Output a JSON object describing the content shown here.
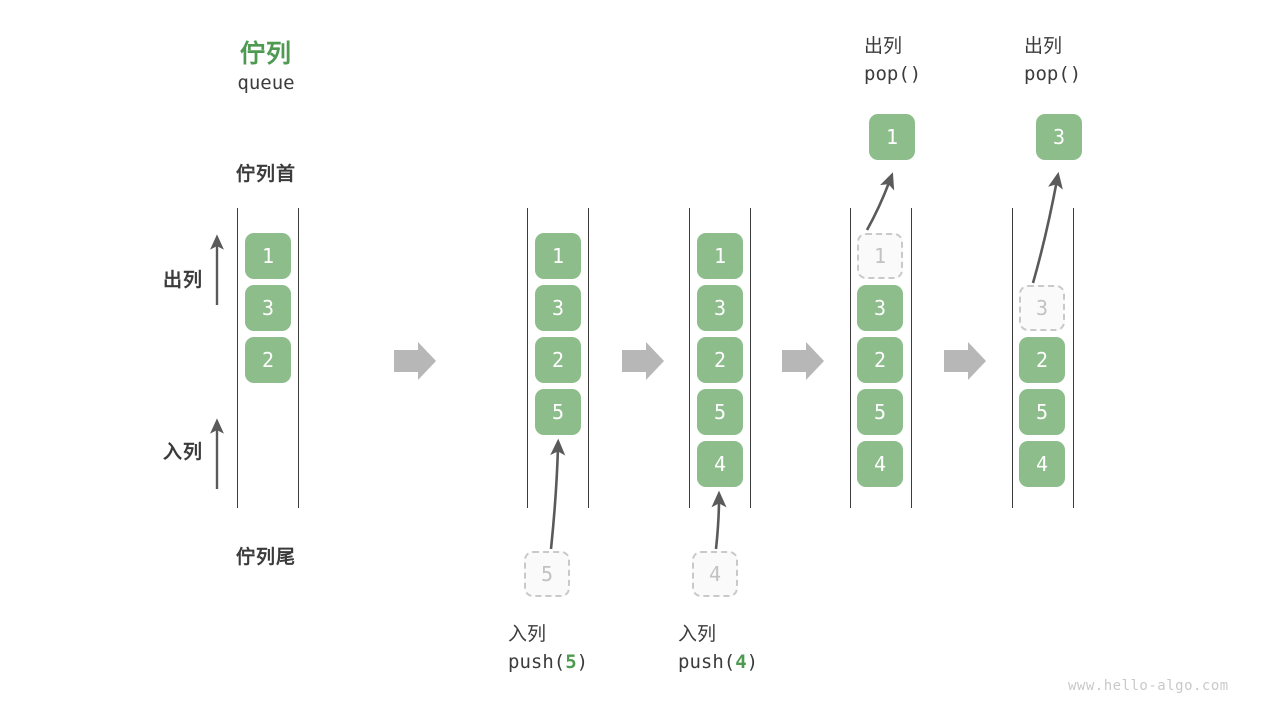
{
  "title": {
    "cn": "佇列",
    "en": "queue"
  },
  "labels": {
    "head": "佇列首",
    "tail": "佇列尾",
    "dequeue": "出列",
    "enqueue": "入列"
  },
  "watermark": "www.hello-algo.com",
  "colors": {
    "cell_fill": "#8cbd8b",
    "cell_text": "#ffffff",
    "ghost_fill": "#fafafa",
    "ghost_border": "#c9c9c9",
    "ghost_text": "#c2c2c2",
    "accent_green": "#4e9a51",
    "rail": "#3c3c3c",
    "arrow_gray": "#b7b7b7",
    "curve_arrow": "#5a5a5a",
    "text": "#3c3c3c",
    "watermark": "#c9c9c9"
  },
  "stages": [
    {
      "id": "initial",
      "caption_top": null,
      "caption_bottom": null,
      "cells": [
        "1",
        "3",
        "2"
      ],
      "ghost_index": null,
      "incoming": null,
      "popped": null
    },
    {
      "id": "push-5",
      "caption_top": null,
      "caption_bottom": {
        "cn": "入列",
        "code_prefix": "push(",
        "arg": "5",
        "code_suffix": ")"
      },
      "cells": [
        "1",
        "3",
        "2",
        "5"
      ],
      "ghost_index": null,
      "incoming": "5",
      "popped": null
    },
    {
      "id": "push-4",
      "caption_top": null,
      "caption_bottom": {
        "cn": "入列",
        "code_prefix": "push(",
        "arg": "4",
        "code_suffix": ")"
      },
      "cells": [
        "1",
        "3",
        "2",
        "5",
        "4"
      ],
      "ghost_index": null,
      "incoming": "4",
      "popped": null
    },
    {
      "id": "pop-1",
      "caption_top": {
        "cn": "出列",
        "code": "pop()"
      },
      "caption_bottom": null,
      "cells": [
        "1",
        "3",
        "2",
        "5",
        "4"
      ],
      "ghost_index": 0,
      "incoming": null,
      "popped": "1"
    },
    {
      "id": "pop-3",
      "caption_top": {
        "cn": "出列",
        "code": "pop()"
      },
      "caption_bottom": null,
      "cells": [
        "3",
        "2",
        "5",
        "4"
      ],
      "ghost_index": 0,
      "incoming": null,
      "popped": "3"
    }
  ],
  "flow_arrows": 4
}
